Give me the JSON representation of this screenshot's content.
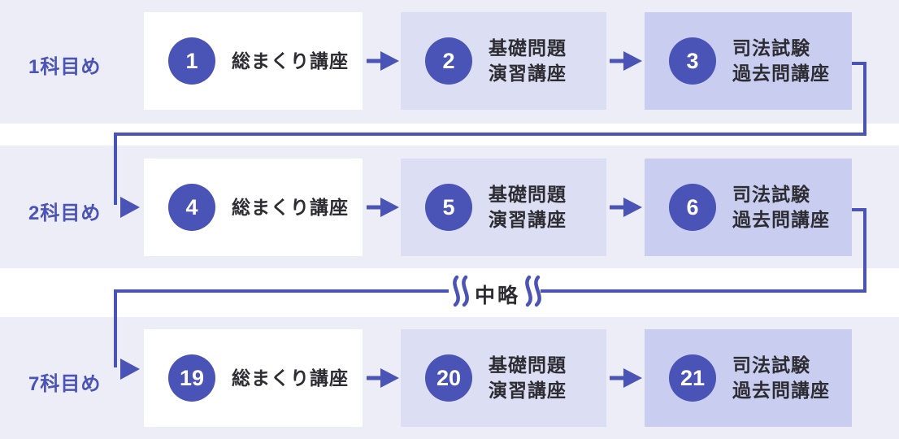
{
  "colors": {
    "accent": "#4A53B6",
    "band-bg": "#EDEDF8",
    "step1-bg": "#FFFFFF",
    "step2-bg": "#DCDEF3",
    "step3-bg": "#C9CEF0",
    "text-dark": "#2C2C32",
    "page-bg": "#FFFFFF"
  },
  "omission": {
    "label": "中略"
  },
  "rows": [
    {
      "label": "1科目め",
      "steps": [
        {
          "num": "1",
          "title_lines": [
            "総まくり講座"
          ]
        },
        {
          "num": "2",
          "title_lines": [
            "基礎問題",
            "演習講座"
          ]
        },
        {
          "num": "3",
          "title_lines": [
            "司法試験",
            "過去問講座"
          ]
        }
      ]
    },
    {
      "label": "2科目め",
      "steps": [
        {
          "num": "4",
          "title_lines": [
            "総まくり講座"
          ]
        },
        {
          "num": "5",
          "title_lines": [
            "基礎問題",
            "演習講座"
          ]
        },
        {
          "num": "6",
          "title_lines": [
            "司法試験",
            "過去問講座"
          ]
        }
      ]
    },
    {
      "label": "7科目め",
      "steps": [
        {
          "num": "19",
          "title_lines": [
            "総まくり講座"
          ]
        },
        {
          "num": "20",
          "title_lines": [
            "基礎問題",
            "演習講座"
          ]
        },
        {
          "num": "21",
          "title_lines": [
            "司法試験",
            "過去問講座"
          ]
        }
      ]
    }
  ]
}
